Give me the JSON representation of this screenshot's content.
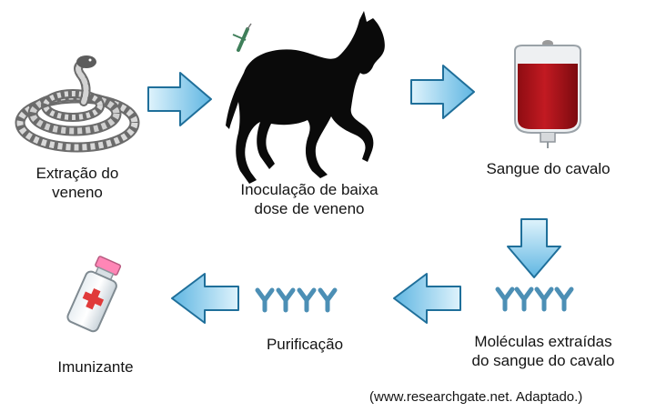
{
  "steps": [
    {
      "icon": "snake-icon",
      "label": "Extração do\nveneno"
    },
    {
      "icon": "horse-icon",
      "label": "Inoculação de baixa\ndose de veneno"
    },
    {
      "icon": "blood-bag-icon",
      "label": "Sangue do cavalo"
    },
    {
      "icon": "antibodies-icon",
      "label": "Moléculas extraídas\ndo sangue do cavalo"
    },
    {
      "icon": "antibodies-icon",
      "label": "Purificação"
    },
    {
      "icon": "vial-icon",
      "label": "Imunizante"
    }
  ],
  "source": "(www.researchgate.net. Adaptado.)",
  "colors": {
    "arrow_fill": "#8fd0ee",
    "arrow_stroke": "#1f6f9a",
    "antibody": "#4c8fb5",
    "blood": "#b3131b",
    "horse": "#0a0a0a"
  }
}
